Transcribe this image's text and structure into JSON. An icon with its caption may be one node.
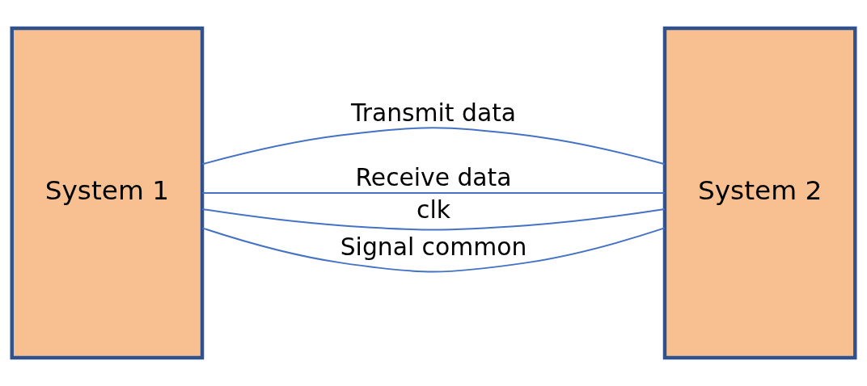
{
  "diagram": {
    "nodes": [
      {
        "text": [
          "System 1"
        ]
      },
      {
        "text": [
          "System 2"
        ]
      }
    ],
    "edges": [
      {
        "from": 0,
        "to": 1,
        "arrow": "none",
        "label": "Transmit data"
      },
      {
        "from": 0,
        "to": 1,
        "arrow": "none",
        "label": "Receive data"
      },
      {
        "from": 0,
        "to": 1,
        "arrow": "none",
        "label": "clk"
      },
      {
        "from": 0,
        "to": 1,
        "arrow": "none",
        "label": "Signal common"
      }
    ]
  }
}
